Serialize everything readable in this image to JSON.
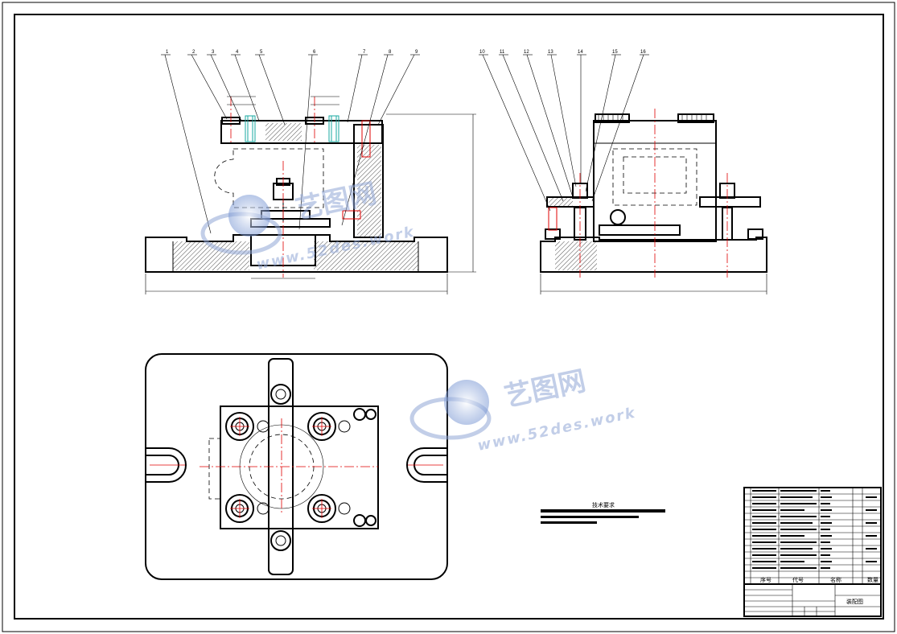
{
  "watermark": {
    "brand": "艺图网",
    "url": "www.52des.work"
  },
  "front_view": {
    "balloons": [
      "1",
      "2",
      "3",
      "4",
      "5",
      "6",
      "7",
      "8",
      "9"
    ]
  },
  "side_view": {
    "balloons": [
      "10",
      "11",
      "12",
      "13",
      "14",
      "15",
      "16"
    ]
  },
  "notes": {
    "title": "技术要求"
  },
  "title_block": {
    "col_headers": [
      "序号",
      "代号",
      "名称",
      "数量"
    ],
    "drawing_name": "装配图"
  },
  "colors": {
    "line": "#000000",
    "centerline": "#e00000",
    "watermark": "#8fa6d6",
    "fastener": "#1aa9a0"
  }
}
